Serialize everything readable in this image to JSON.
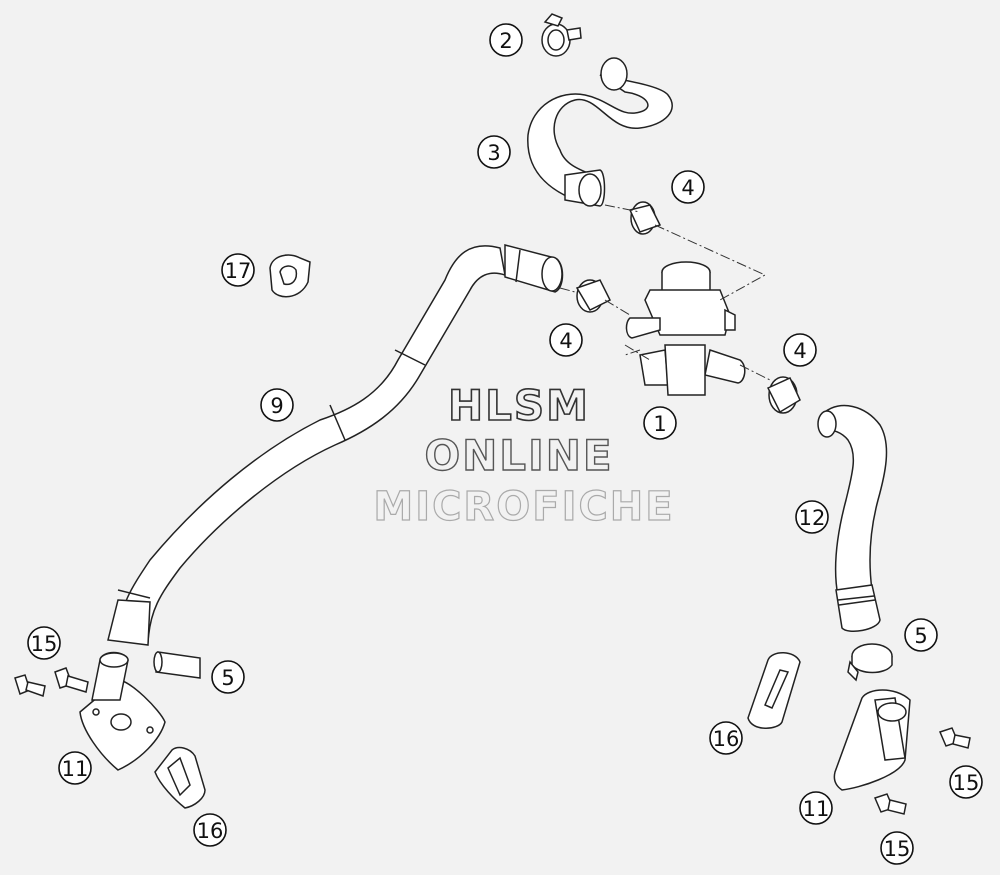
{
  "watermark": {
    "line1": "HLSM",
    "line2": "ONLINE",
    "line3": "MICROFICHE"
  },
  "callouts": [
    {
      "id": "c-2-top",
      "label": "2"
    },
    {
      "id": "c-3",
      "label": "3"
    },
    {
      "id": "c-4-upper",
      "label": "4"
    },
    {
      "id": "c-17",
      "label": "17"
    },
    {
      "id": "c-4-mid",
      "label": "4"
    },
    {
      "id": "c-4-right",
      "label": "4"
    },
    {
      "id": "c-9",
      "label": "9"
    },
    {
      "id": "c-1",
      "label": "1"
    },
    {
      "id": "c-12",
      "label": "12"
    },
    {
      "id": "c-15-left",
      "label": "15"
    },
    {
      "id": "c-5-left",
      "label": "5"
    },
    {
      "id": "c-5-right",
      "label": "5"
    },
    {
      "id": "c-16-right",
      "label": "16"
    },
    {
      "id": "c-11-left",
      "label": "11"
    },
    {
      "id": "c-16-left",
      "label": "16"
    },
    {
      "id": "c-15-right-a",
      "label": "15"
    },
    {
      "id": "c-11-right",
      "label": "11"
    },
    {
      "id": "c-15-right-b",
      "label": "15"
    }
  ]
}
